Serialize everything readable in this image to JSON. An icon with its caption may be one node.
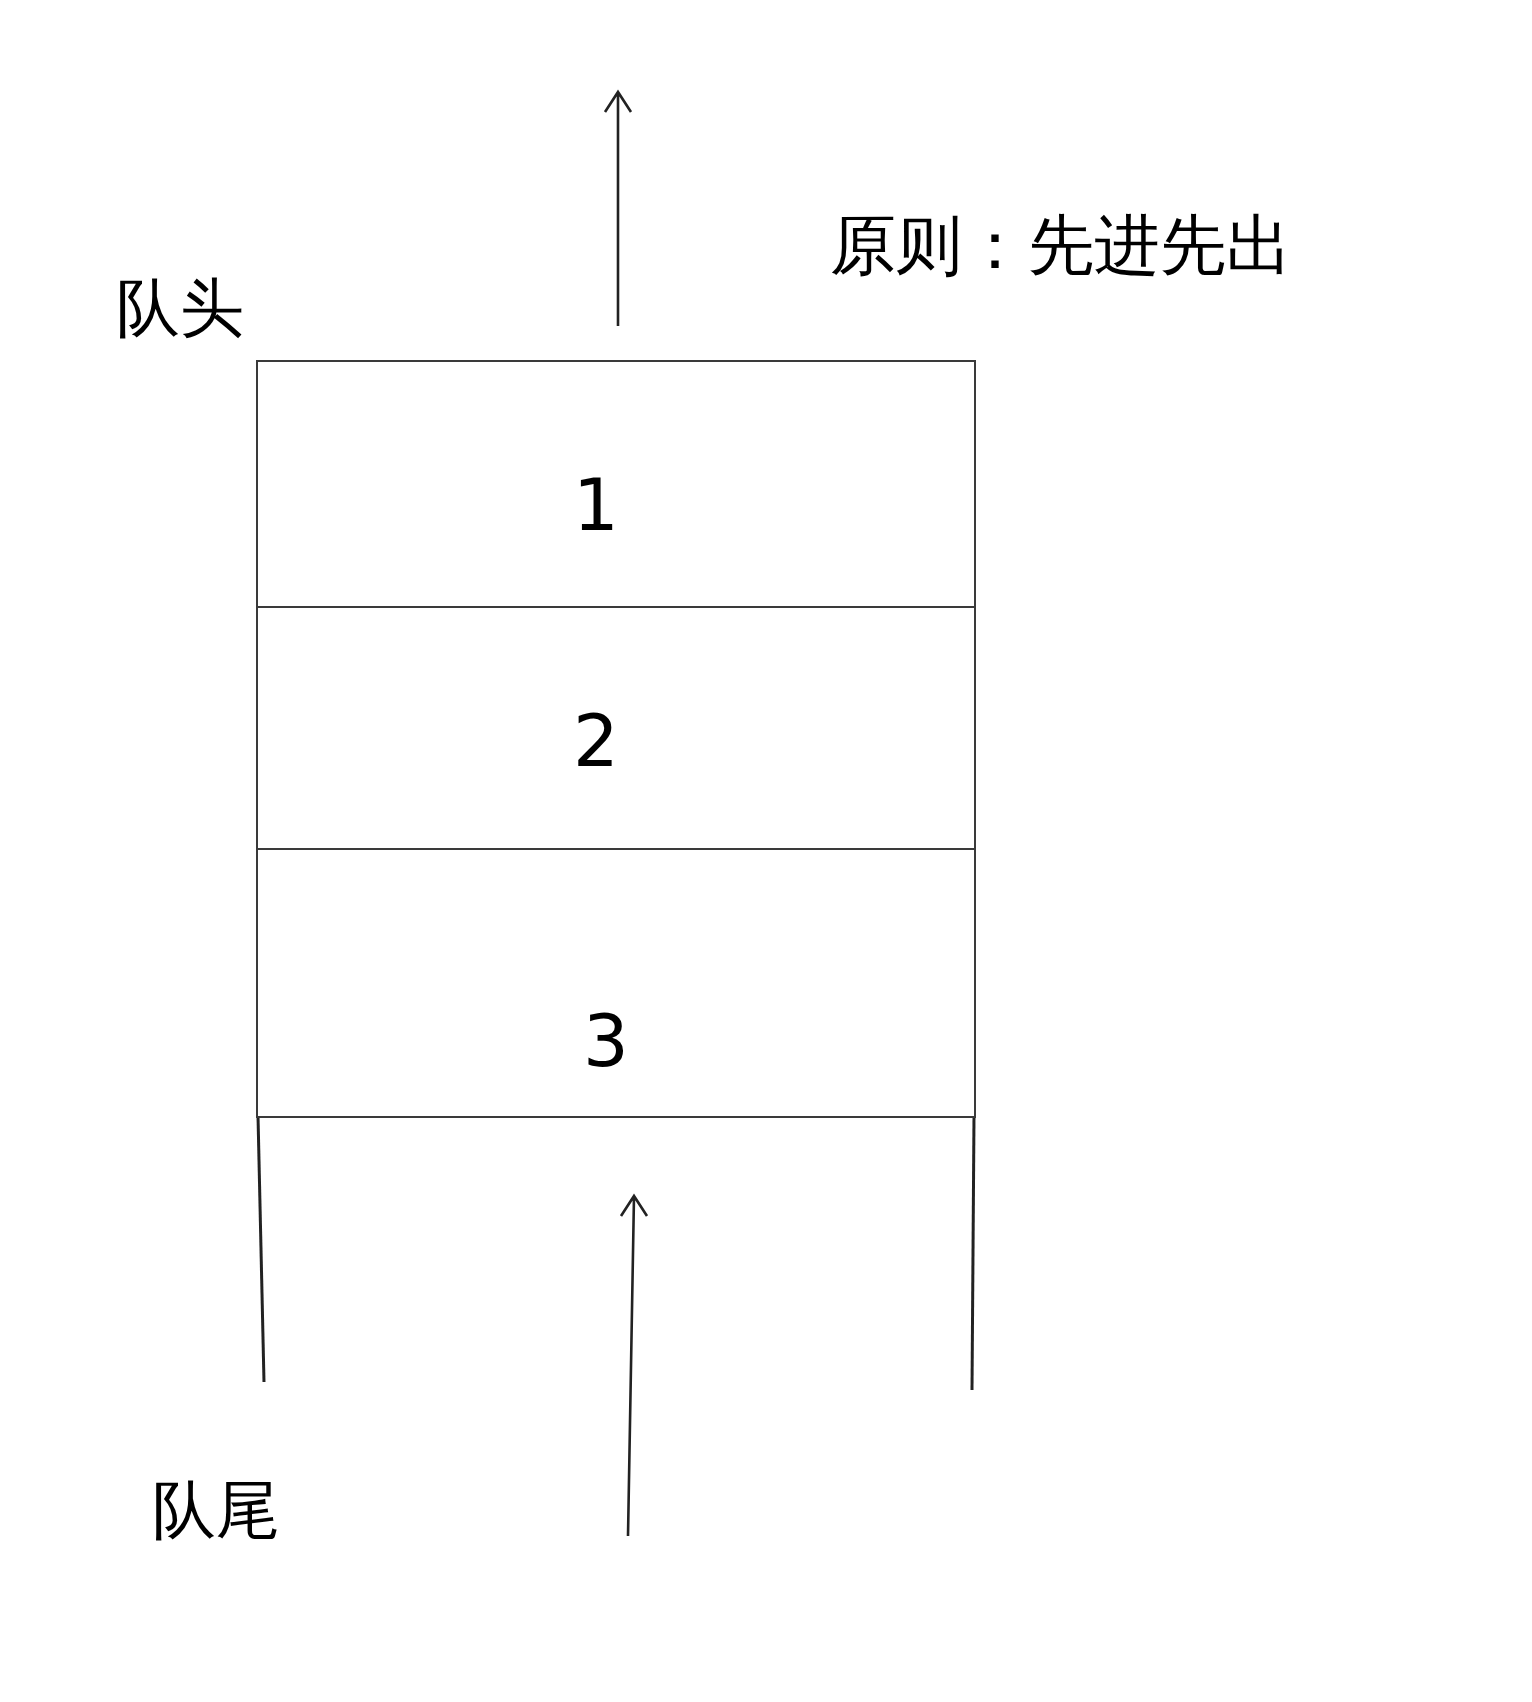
{
  "diagram": {
    "nodes": [
      {
        "text": [
          "1"
        ]
      },
      {
        "text": [
          "2"
        ]
      },
      {
        "text": [
          "3"
        ]
      }
    ],
    "labels": [
      "原则：先进先出",
      "队头",
      "队尾"
    ]
  }
}
